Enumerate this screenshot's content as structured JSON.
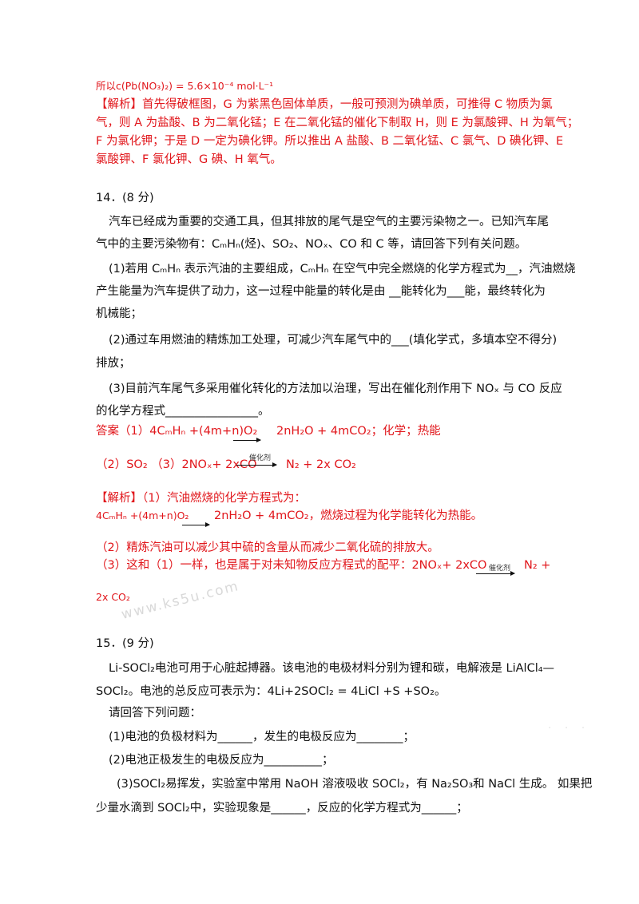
{
  "l1": "所以c(Pb(NO₃)₂) = 5.6×10⁻⁴ mol·L⁻¹",
  "l2": "【解析】首先得破框图，G 为紫黑色固体单质，一般可预测为碘单质，可推得 C 物质为氯",
  "l3": "气，则 A 为盐酸、B 为二氧化锰；E 在二氧化锰的催化下制取 H，则 E 为氯酸钾、H 为氧气；",
  "l4": "F 为氯化钾；于是 D 一定为碘化钾。所以推出 A 盐酸、B 二氧化锰、C 氯气、D 碘化钾、E",
  "l5": "氯酸钾、F 氯化钾、G 碘、H 氧气。",
  "q14": "14．(8 分)",
  "p1": "汽车已经成为重要的交通工具，但其排放的尾气是空气的主要污染物之一。已知汽车尾",
  "p2": "气中的主要污染物有：CₘHₙ(烃)、SO₂、NOₓ、CO 和 C 等，请回答下列有关问题。",
  "p3": "(1)若用 CₘHₙ 表示汽油的主要组成，CₘHₙ 在空气中完全燃烧的化学方程式为__，汽油燃烧",
  "p4": "产生能量为汽车提供了动力，这一过程中能量的转化是由 __能转化为___能，最终转化为",
  "p5": "机械能；",
  "p6": "(2)通过车用燃油的精炼加工处理，可减少汽车尾气中的___(填化学式，多填本空不得分)",
  "p7": "排放；",
  "p8": "(3)目前汽车尾气多采用催化转化的方法加以治理，写出在催化剂作用下 NOₓ 与 CO 反应",
  "p9": "的化学方程式________________。",
  "a1": "答案（1）4CₘHₙ +(4m+n)O₂",
  "a1r": "2nH₂O + 4mCO₂；化学；热能",
  "a2": "（2）SO₂  （3）2NOₓ+ 2xCO",
  "cat": "催化剂",
  "a2r": "N₂ + 2x CO₂",
  "j1": "【解析】（1）汽油燃烧的化学方程式为：",
  "j2": "4CₘHₙ +(4m+n)O₂",
  "j2r": "2nH₂O + 4mCO₂，燃烧过程为化学能转化为热能。",
  "j3": "（2）精炼汽油可以减少其中硫的含量从而减少二氧化硫的排放大。",
  "j4": "（3）这和（1）一样，也是属于对未知物反应方程式的配平：2NOₓ+ 2xCO",
  "j4r": "N₂ +",
  "j5": "2x CO₂",
  "wm": "www.ks5u.com",
  "q15": "15．(9 分)",
  "r1": "Li-SOCl₂电池可用于心脏起搏器。该电池的电极材料分别为锂和碳，电解液是 LiAlCl₄—",
  "r2": "SOCl₂。电池的总反应可表示为：4Li+2SOCl₂ = 4LiCl +S +SO₂。",
  "r3": "请回答下列问题：",
  "r4": "(1)电池的负极材料为______，发生的电极反应为________；",
  "r5": "(2)电池正极发生的电极反应为__________；",
  "r6": "(3)SOCl₂易挥发，实验室中常用 NaOH 溶液吸收 SOCl₂，有 Na₂SO₃和 NaCl 生成。 如果把",
  "r7": "少量水滴到 SOCl₂中，实验现象是______，反应的化学方程式为______；"
}
